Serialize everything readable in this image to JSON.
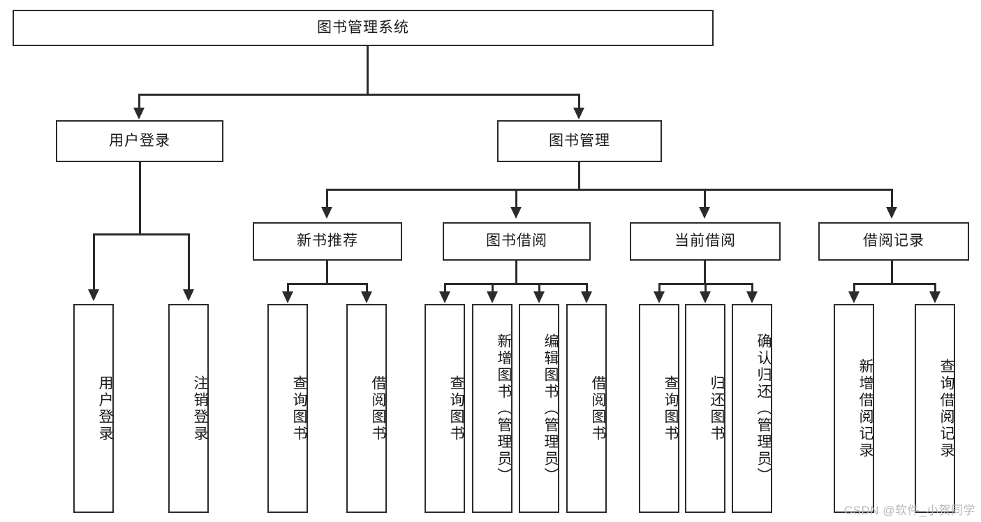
{
  "diagram": {
    "type": "tree-hierarchy-chart",
    "title": "图书管理系统",
    "orientation": "top-down",
    "colors": {
      "box_border": "#2b2b2b",
      "box_fill": "#ffffff",
      "connector": "#2b2b2b",
      "text": "#1a1a1a",
      "watermark": "#b9b9b9",
      "background": "#ffffff"
    },
    "root": {
      "label": "图书管理系统"
    },
    "level2": [
      {
        "label": "用户登录"
      },
      {
        "label": "图书管理"
      }
    ],
    "level3": [
      {
        "label": "新书推荐"
      },
      {
        "label": "图书借阅"
      },
      {
        "label": "当前借阅"
      },
      {
        "label": "借阅记录"
      }
    ],
    "leaves": {
      "user_login": [
        {
          "label": "用户登录"
        },
        {
          "label": "注销登录"
        }
      ],
      "new_book_recommend": [
        {
          "label": "查询图书"
        },
        {
          "label": "借阅图书"
        }
      ],
      "book_borrow": [
        {
          "label": "查询图书"
        },
        {
          "label": "新增图书（管理员）"
        },
        {
          "label": "编辑图书（管理员）"
        },
        {
          "label": "借阅图书"
        }
      ],
      "current_borrow": [
        {
          "label": "查询图书"
        },
        {
          "label": "归还图书"
        },
        {
          "label": "确认归还（管理员）"
        }
      ],
      "borrow_record": [
        {
          "label": "新增借阅记录"
        },
        {
          "label": "查询借阅记录"
        }
      ]
    }
  },
  "watermark": {
    "text": "CSDN @软件_小贺同学"
  }
}
